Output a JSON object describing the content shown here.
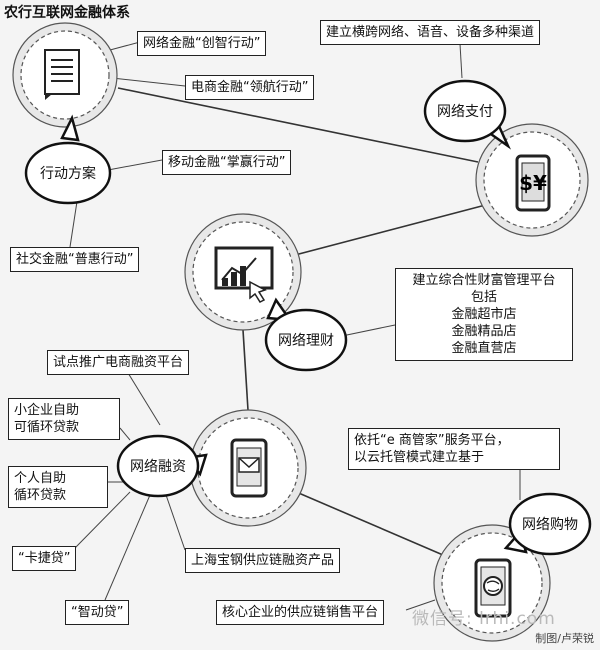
{
  "title": "农行互联网金融体系",
  "credit": "制图/卢荣锐",
  "watermark": "微信号: lrhi.com",
  "hubs": {
    "action_plan": "行动方案",
    "payment": "网络支付",
    "wealth": "网络理财",
    "financing": "网络融资",
    "shopping": "网络购物"
  },
  "boxes": {
    "innovation": "网络金融“创智行动”",
    "navigation": "电商金融“领航行动”",
    "win": "移动金融“掌赢行动”",
    "inclusive": "社交金融“普惠行动”",
    "channels": "建立横跨网络、语音、设备多种渠道",
    "wealth_platform": [
      "建立综合性财富管理平台",
      "包括",
      "金融超市店",
      "金融精品店",
      "金融直营店"
    ],
    "pilot": "试点推广电商融资平台",
    "small_biz": [
      "小企业自助",
      "可循环贷款"
    ],
    "personal": [
      "个人自助",
      "循环贷款"
    ],
    "kajie": "“卡捷贷”",
    "zhidong": "“智动贷”",
    "baosteel": "上海宝钢供应链融资产品",
    "emanager": [
      "依托“e 商管家”服务平台，",
      "以云托管模式建立基于"
    ],
    "core_sales": "核心企业的供应链销售平台"
  },
  "icons": {
    "document": "document-icon",
    "phone_currency": "phone-currency-icon",
    "chart_screen": "chart-screen-icon",
    "phone_mail": "phone-mail-icon",
    "phone_globe": "phone-globe-icon"
  }
}
